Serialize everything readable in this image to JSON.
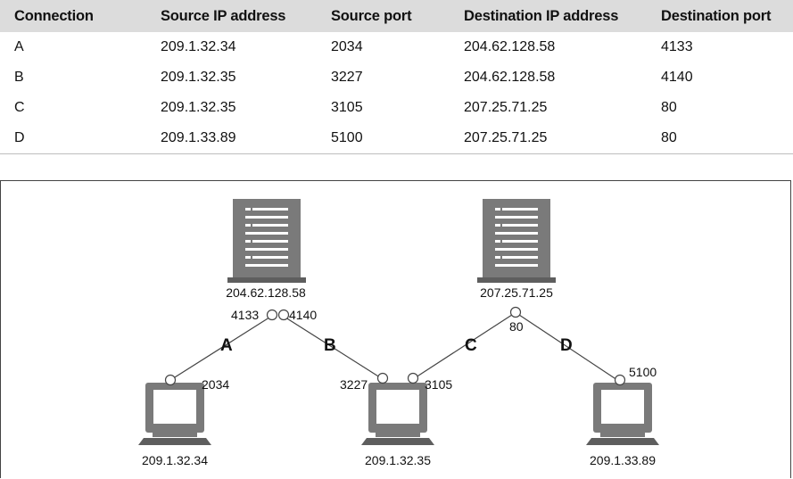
{
  "table": {
    "headers": [
      "Connection",
      "Source IP address",
      "Source port",
      "Destination IP address",
      "Destination port"
    ],
    "rows": [
      [
        "A",
        "209.1.32.34",
        "2034",
        "204.62.128.58",
        "4133"
      ],
      [
        "B",
        "209.1.32.35",
        "3227",
        "204.62.128.58",
        "4140"
      ],
      [
        "C",
        "209.1.32.35",
        "3105",
        "207.25.71.25",
        "80"
      ],
      [
        "D",
        "209.1.33.89",
        "5100",
        "207.25.71.25",
        "80"
      ]
    ]
  },
  "diagram": {
    "servers": [
      {
        "ip": "204.62.128.58"
      },
      {
        "ip": "207.25.71.25"
      }
    ],
    "clients": [
      {
        "ip": "209.1.32.34"
      },
      {
        "ip": "209.1.32.35"
      },
      {
        "ip": "209.1.33.89"
      }
    ],
    "connections": [
      "A",
      "B",
      "C",
      "D"
    ],
    "ports": {
      "server1_port_a": "4133",
      "server1_port_b": "4140",
      "server2_port": "80",
      "client1_port": "2034",
      "client2_port_a": "3227",
      "client2_port_b": "3105",
      "client3_port": "5100"
    },
    "colors": {
      "icon": "#7a7a7a",
      "icon_dark": "#5e5e5e",
      "header_bg": "#dcdcdc"
    }
  }
}
